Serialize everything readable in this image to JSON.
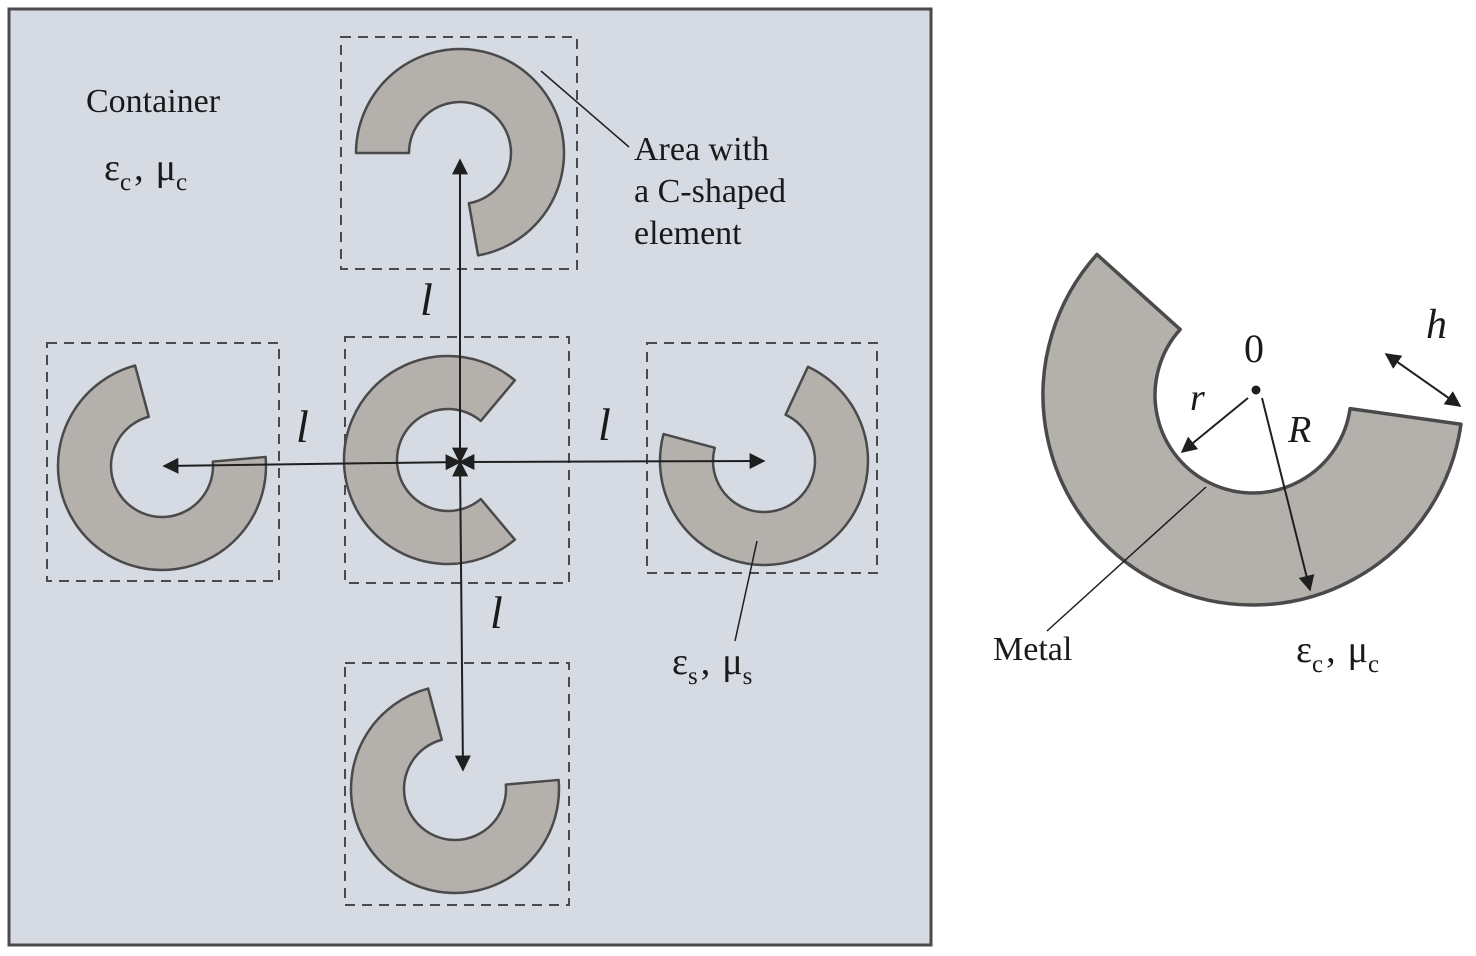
{
  "colors": {
    "background": "#ffffff",
    "container_fill": "#d5dae3",
    "container_stroke": "#4a4a4a",
    "element_fill": "#b4b1ad",
    "element_stroke": "#4a4a4a",
    "dashed_stroke": "#4a4a4a",
    "arrow_color": "#1f1f1f",
    "text_color": "#1a1a1a"
  },
  "left_panel": {
    "container_label": "Container",
    "container_medium": {
      "eps": "ε",
      "eps_sub": "c",
      "sep": ",",
      "mu": "μ",
      "mu_sub": "c"
    },
    "area_note": {
      "line1": "Area with",
      "line2": "a C-shaped",
      "line3": "element"
    },
    "spacing_label": "l",
    "element_medium": {
      "eps": "ε",
      "eps_sub": "s",
      "sep": ",",
      "mu": "μ",
      "mu_sub": "s"
    }
  },
  "right_panel": {
    "origin_label": "0",
    "inner_radius_label": "r",
    "outer_radius_label": "R",
    "width_label": "h",
    "metal_label": "Metal",
    "surround_medium": {
      "eps": "ε",
      "eps_sub": "c",
      "sep": ",",
      "mu": "μ",
      "mu_sub": "c"
    }
  }
}
